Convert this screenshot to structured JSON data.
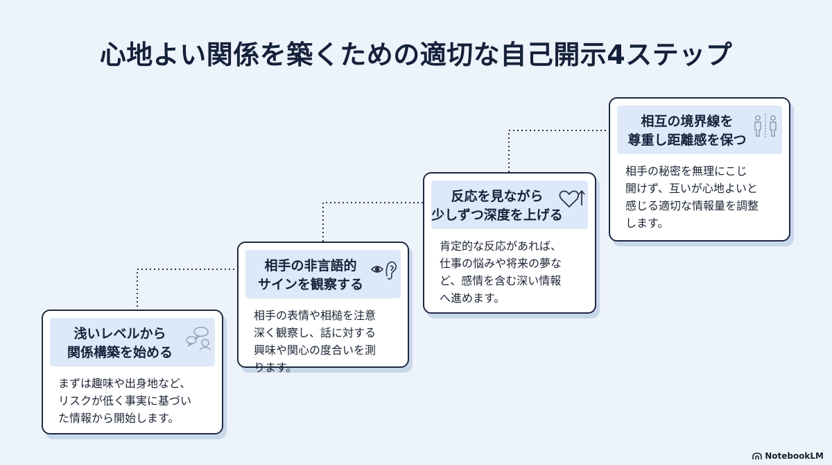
{
  "title": "心地よい関係を築くための適切な自己開示4ステップ",
  "steps": [
    {
      "head": [
        "浅いレベルから",
        "関係構築を始める"
      ],
      "icon": "speech-bubbles-icon",
      "body": [
        "まずは趣味や出身地など、",
        "リスクが低く事実に基づい",
        "た情報から開始します。"
      ]
    },
    {
      "head": [
        "相手の非言語的",
        "サインを観察する"
      ],
      "icon": "eye-ear-icon",
      "body": [
        "相手の表情や相槌を注意",
        "深く観察し、話に対する",
        "興味や関心の度合いを測",
        "ります。"
      ]
    },
    {
      "head": [
        "反応を見ながら",
        "少しずつ深度を上げる"
      ],
      "icon": "heart-arrow-icon",
      "body": [
        "肯定的な反応があれば、",
        "仕事の悩みや将来の夢な",
        "ど、感情を含む深い情報",
        "へ進めます。"
      ]
    },
    {
      "head": [
        "相互の境界線を",
        "尊重し距離感を保つ"
      ],
      "icon": "people-boundary-icon",
      "body": [
        "相手の秘密を無理にこじ",
        "開けず、互いが心地よいと",
        "感じる適切な情報量を調整",
        "します。"
      ]
    }
  ],
  "brand": "NotebookLM",
  "colors": {
    "background": "#edf3fb",
    "card_border": "#1e2740",
    "card_header": "#dde9f8",
    "text": "#1b2334"
  }
}
